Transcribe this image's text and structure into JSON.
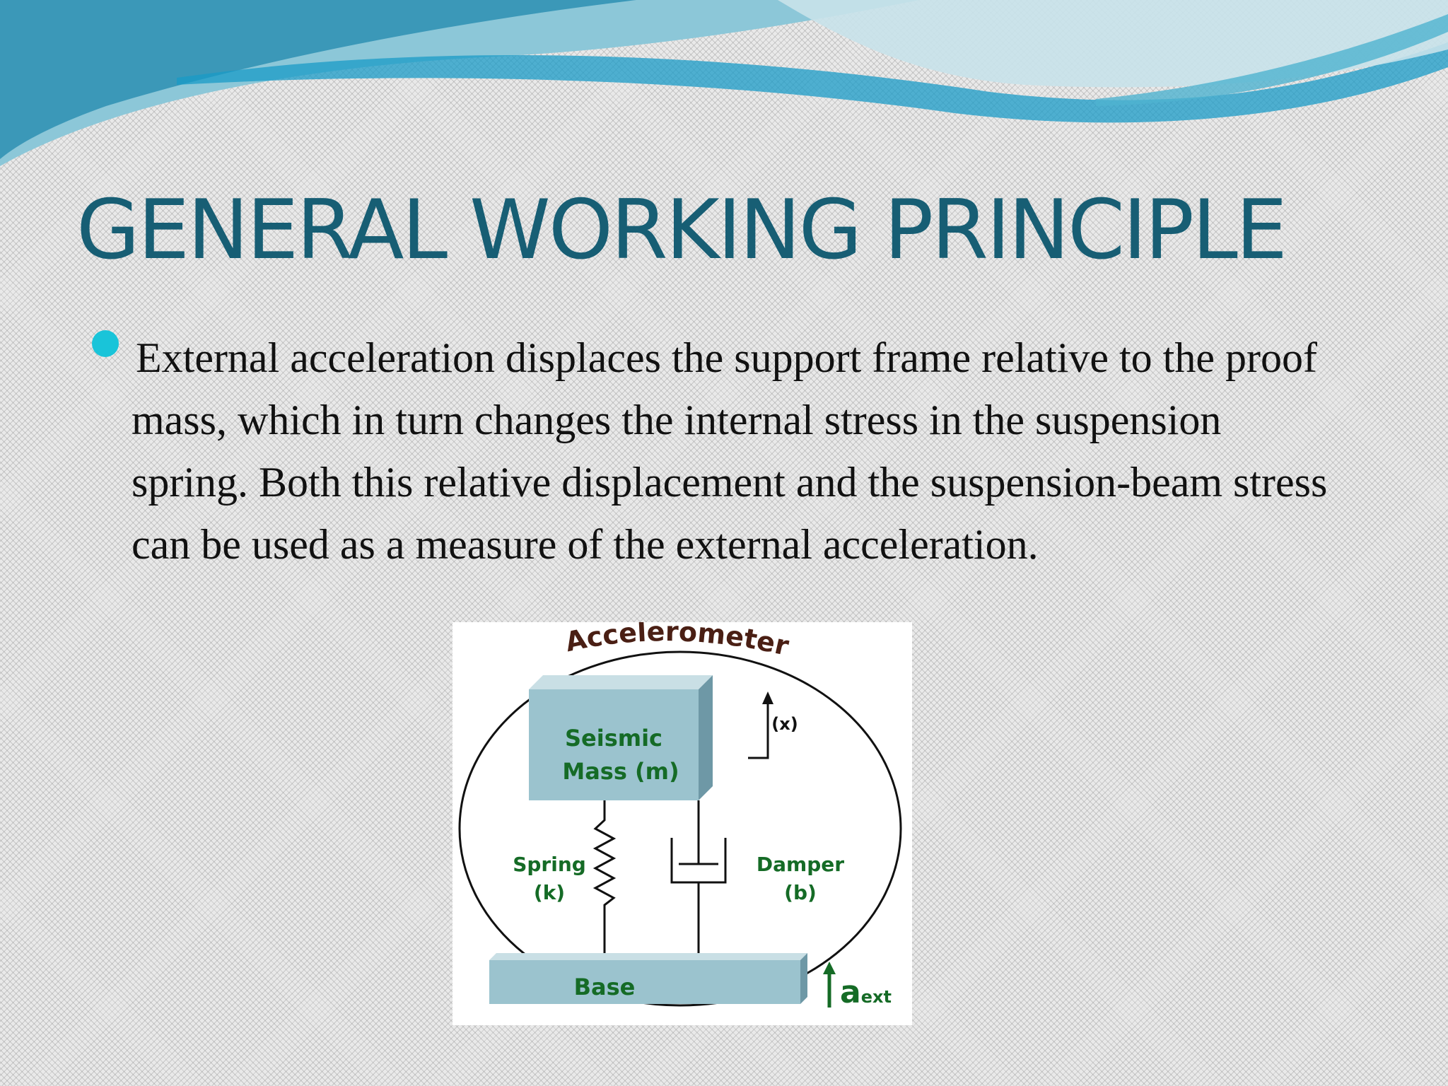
{
  "slide": {
    "title": "GENERAL WORKING PRINCIPLE",
    "bullet": "External acceleration displaces the support frame relative to the proof mass, which in turn changes the internal stress in the suspension spring. Both this relative displacement and the suspension-beam stress can be used as a measure of the external acceleration."
  },
  "diagram": {
    "title": "Accelerometer",
    "mass_line1": "Seismic",
    "mass_line2": "Mass (m)",
    "displacement": "(x)",
    "spring_line1": "Spring",
    "spring_line2": "(k)",
    "damper_line1": "Damper",
    "damper_line2": "(b)",
    "base": "Base",
    "accel_symbol": "a",
    "accel_subscript": "ext"
  },
  "colors": {
    "title": "#175e74",
    "bullet": "#19c4d9",
    "label_green": "#156b26",
    "block_blue": "#9bc3ce"
  }
}
